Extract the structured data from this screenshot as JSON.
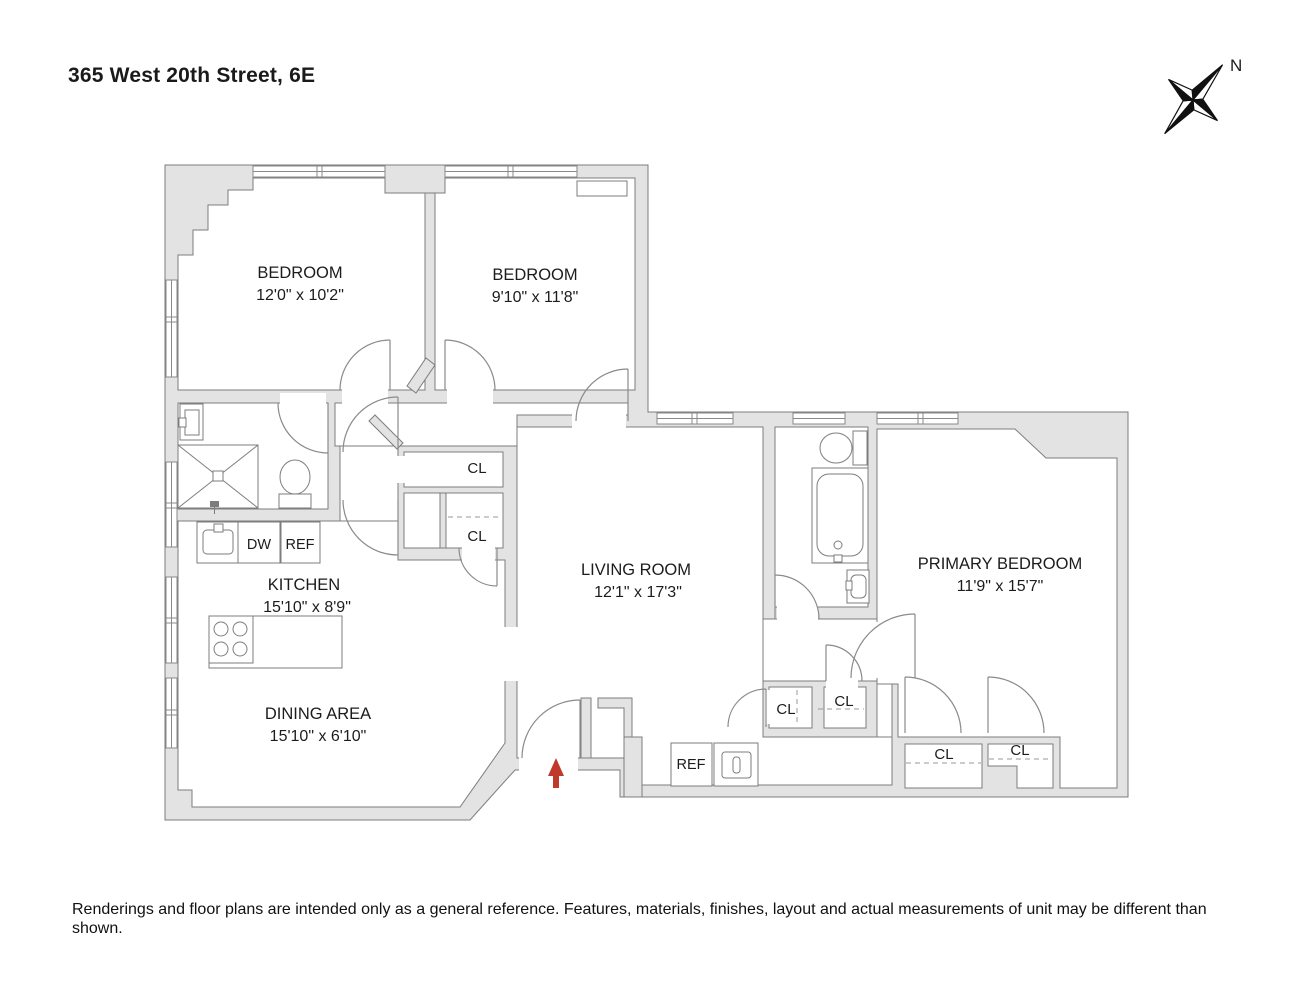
{
  "title": "365 West 20th Street, 6E",
  "compass": {
    "north_label": "N"
  },
  "rooms": [
    {
      "name": "BEDROOM",
      "dimensions": "12'0\" x 10'2\""
    },
    {
      "name": "BEDROOM",
      "dimensions": "9'10\" x 11'8\""
    },
    {
      "name": "KITCHEN",
      "dimensions": "15'10\" x 8'9\""
    },
    {
      "name": "DINING AREA",
      "dimensions": "15'10\" x 6'10\""
    },
    {
      "name": "LIVING ROOM",
      "dimensions": "12'1\" x 17'3\""
    },
    {
      "name": "PRIMARY BEDROOM",
      "dimensions": "11'9\" x 15'7\""
    }
  ],
  "closet_labels": [
    "CL",
    "CL",
    "CL",
    "CL",
    "CL",
    "CL"
  ],
  "appliances": {
    "dishwasher": "DW",
    "refrigerator_kitchen": "REF",
    "refrigerator_foyer": "REF"
  },
  "disclaimer": "Renderings and floor plans are intended only as a general reference. Features, materials, finishes, layout and actual measurements of unit may be different than shown.",
  "colors": {
    "entry_arrow": "#bf3a2b"
  }
}
